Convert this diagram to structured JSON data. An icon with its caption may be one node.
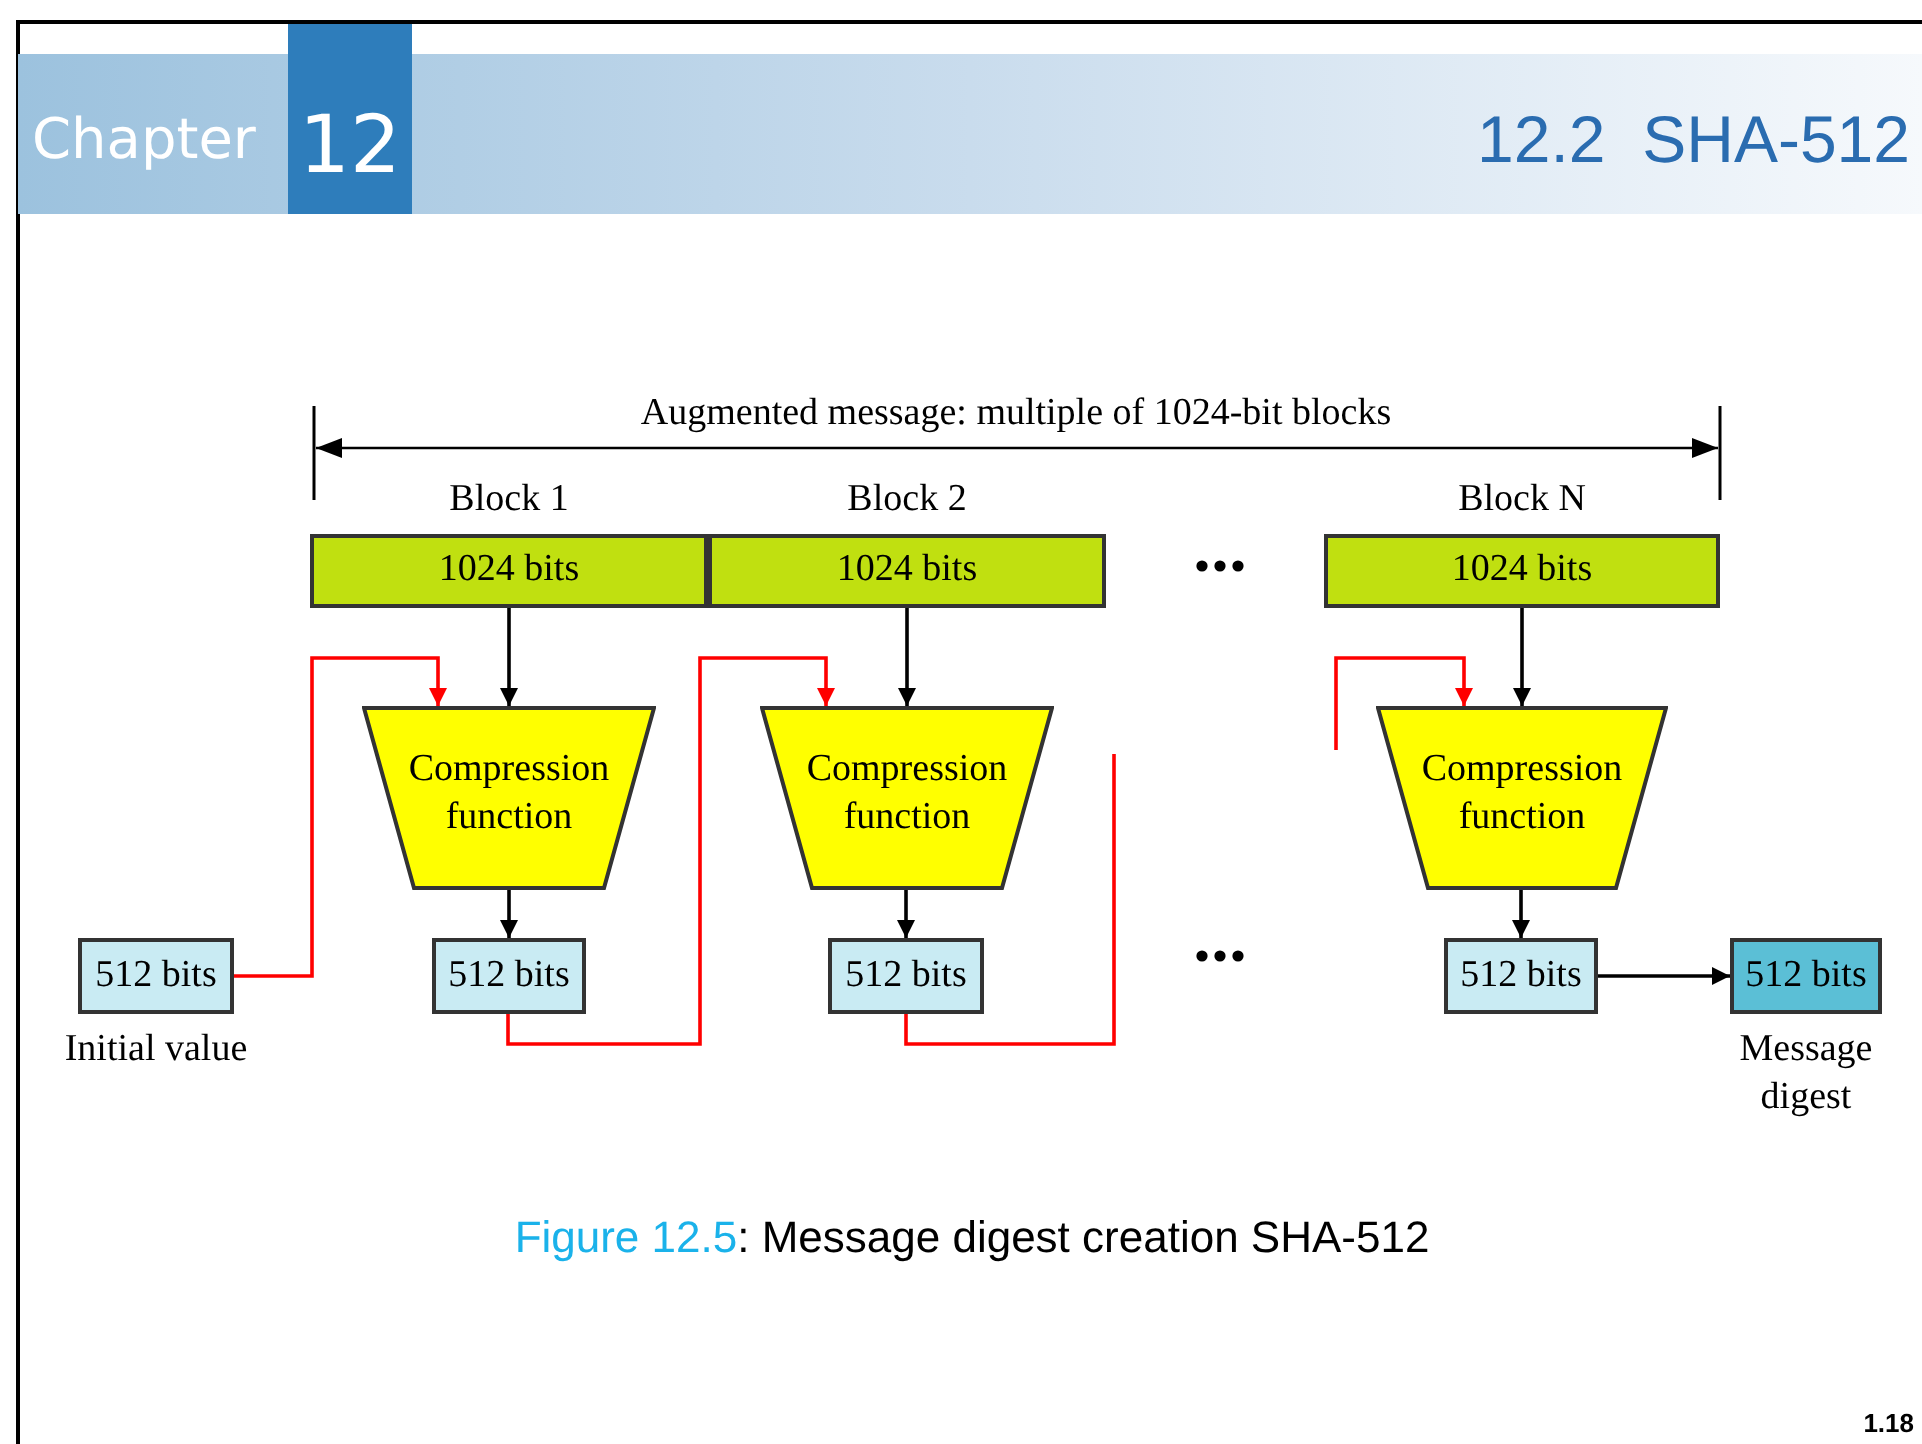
{
  "diagram": {
    "title": "12.2  SHA-512",
    "caption": "Figure 12.5: Message digest creation SHA-512",
    "nodes": [
      {
        "text": [
          "Block 1",
          "1024 bits"
        ]
      },
      {
        "text": [
          "Block 2",
          "1024 bits"
        ]
      },
      {
        "text": [
          "Block N",
          "1024 bits"
        ]
      },
      {
        "text": [
          "Compression function"
        ]
      },
      {
        "text": [
          "Compression function"
        ]
      },
      {
        "text": [
          "Compression function"
        ]
      },
      {
        "text": [
          "512 bits"
        ],
        "beside": [
          "Initial value"
        ]
      },
      {
        "text": [
          "512 bits"
        ]
      },
      {
        "text": [
          "512 bits"
        ]
      },
      {
        "text": [
          "512 bits"
        ]
      },
      {
        "text": [
          "512 bits"
        ],
        "beside": [
          "Message digest"
        ]
      }
    ],
    "edges": [
      {
        "from": 0,
        "to": 3,
        "arrow": "to"
      },
      {
        "from": 1,
        "to": 4,
        "arrow": "to"
      },
      {
        "from": 2,
        "to": 5,
        "arrow": "to"
      },
      {
        "from": 3,
        "to": 7,
        "arrow": "to"
      },
      {
        "from": 4,
        "to": 8,
        "arrow": "to"
      },
      {
        "from": 5,
        "to": 9,
        "arrow": "to"
      },
      {
        "from": 6,
        "to": 3,
        "arrow": "to",
        "color": "#ff0000"
      },
      {
        "from": 7,
        "to": 4,
        "arrow": "to",
        "color": "#ff0000"
      },
      {
        "from": 8,
        "to": null,
        "arrow": "none",
        "color": "#ff0000"
      },
      {
        "from": null,
        "to": 5,
        "arrow": "to",
        "color": "#ff0000"
      },
      {
        "from": 9,
        "to": 10,
        "arrow": "to"
      }
    ],
    "labels": [
      "Chapter",
      "12",
      "Augmented message: multiple of 1024-bit blocks",
      "1.18"
    ]
  }
}
